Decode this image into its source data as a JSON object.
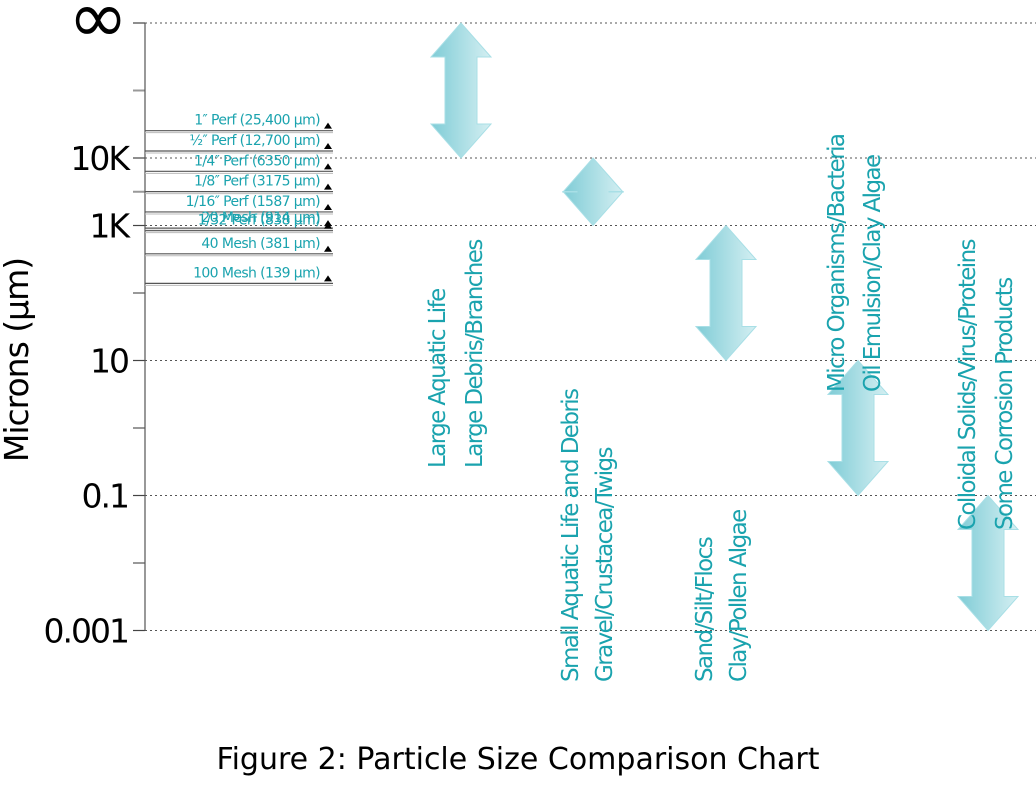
{
  "chart_data": {
    "type": "range",
    "title": "Figure 2:  Particle Size Comparison Chart",
    "ylabel": "Microns (µm)",
    "yscale": "log",
    "top_label": "∞",
    "ylim": [
      0.001,
      "infinity"
    ],
    "grid": true,
    "y_ticks": [
      {
        "label": "10K",
        "value": 10000
      },
      {
        "label": "1K",
        "value": 1000
      },
      {
        "label": "10",
        "value": 10
      },
      {
        "label": "0.1",
        "value": 0.1
      },
      {
        "label": "0.001",
        "value": 0.001
      }
    ],
    "sieve_sizes": [
      {
        "label": "1″ Perf (25,400 µm)",
        "microns": 25400
      },
      {
        "label": "½″ Perf (12,700 µm)",
        "microns": 12700
      },
      {
        "label": "1/4″ Perf (6350 µm)",
        "microns": 6350
      },
      {
        "label": "1/8″ Perf (3175 µm)",
        "microns": 3175
      },
      {
        "label": "1/16″ Perf  (1587 µm)",
        "microns": 1587
      },
      {
        "label": "20 Mesh (914 µm)",
        "microns": 914
      },
      {
        "label": "1/32″Perf (838 µm)",
        "microns": 838
      },
      {
        "label": "40 Mesh (381 µm)",
        "microns": 381
      },
      {
        "label": "100 Mesh (139 µm)",
        "microns": 139
      }
    ],
    "categories": [
      {
        "lines": [
          "Large Aquatic Life",
          "Large Debris/Branches"
        ],
        "range": [
          "infinity",
          10000
        ]
      },
      {
        "lines": [
          "Small Aquatic Life and Debris",
          "Gravel/Crustacea/Twigs"
        ],
        "range": [
          10000,
          1000
        ]
      },
      {
        "lines": [
          "Sand/Silt/Flocs",
          "Clay/Pollen Algae"
        ],
        "range": [
          1000,
          10
        ]
      },
      {
        "lines": [
          "Micro Organisms/Bacteria",
          "Oil Emulsion/Clay Algae"
        ],
        "range": [
          10,
          0.1
        ]
      },
      {
        "lines": [
          "Colloidal Solids/Virus/Proteins",
          "Some Corrosion Products"
        ],
        "range": [
          0.1,
          0.001
        ]
      }
    ],
    "colors": {
      "label_text": "#1aa3ae",
      "arrow_dark": "#7fccd6",
      "arrow_light": "#d4eff2",
      "arrow_stroke": "#a8dfe6",
      "grid": "#555555"
    }
  }
}
